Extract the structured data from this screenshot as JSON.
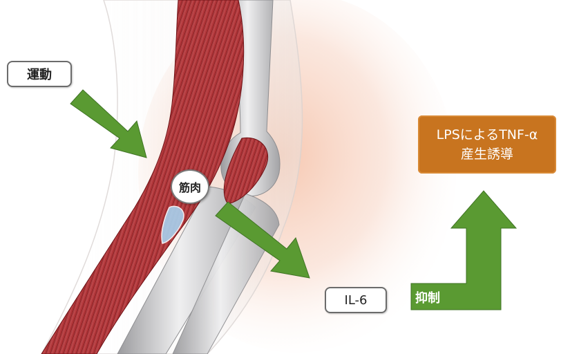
{
  "labels": {
    "exercise": "運動",
    "muscle": "筋肉",
    "il6": "IL-6",
    "suppress": "抑制",
    "lps_line1": "LPSによるTNF-α",
    "lps_line2": "産生誘導"
  },
  "colors": {
    "arrow_green": "#5a9a32",
    "orange_box": "#c8741f",
    "muscle_red": "#b8383a",
    "bone_gray": "#c9c9cb",
    "skin_glow": "#f2c9b4"
  },
  "icons": {
    "muscle_illustration": "arm-muscle-illustration",
    "arrows": [
      "exercise-arrow-icon",
      "il6-arrow-icon",
      "suppress-arrow-icon"
    ]
  }
}
